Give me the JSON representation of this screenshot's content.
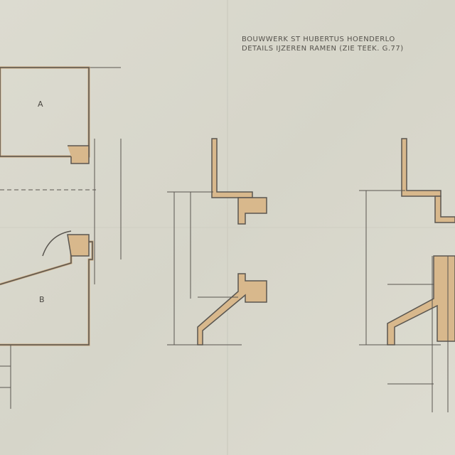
{
  "title": {
    "line1": "BOUWWERK ST HUBERTUS HOENDERLO",
    "line2": "DETAILS IJZEREN RAMEN (ZIE TEEK. G.77)"
  },
  "labels": {
    "a": "A",
    "b": "B"
  },
  "colors": {
    "paper": "#dcdbd0",
    "ink": "#5a5650",
    "frame": "#d8b88c"
  }
}
